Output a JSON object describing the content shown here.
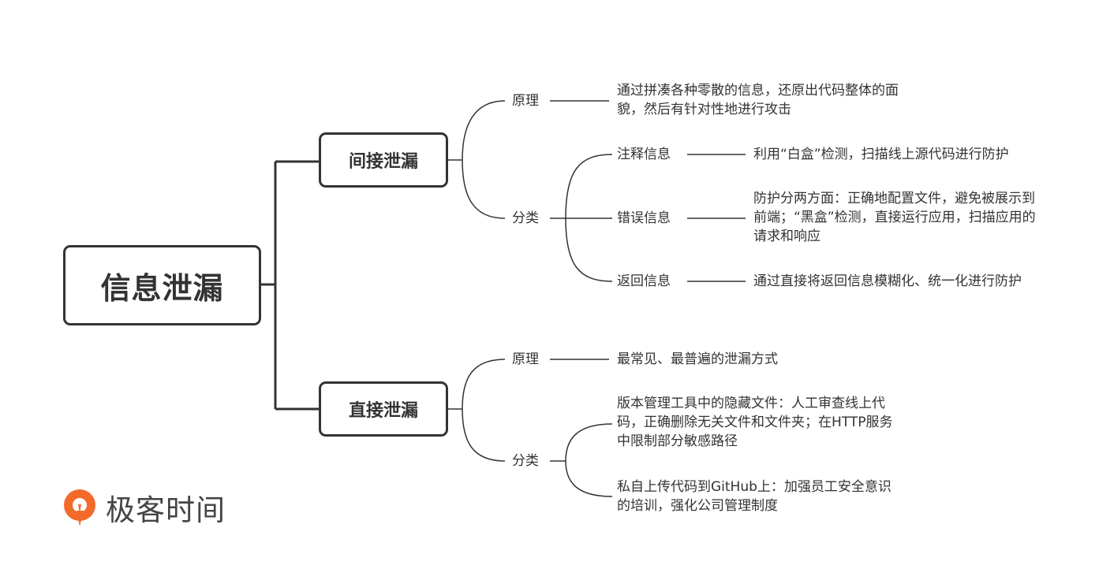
{
  "root": {
    "label": "信息泄漏"
  },
  "branches": [
    {
      "label": "间接泄漏",
      "principle": {
        "label": "原理",
        "text": [
          "通过拼凑各种零散的信息，还原出代码整体的面",
          "貌，然后有针对性地进行攻击"
        ]
      },
      "category": {
        "label": "分类",
        "items": [
          {
            "label": "注释信息",
            "text": [
              "利用“白盒”检测，扫描线上源代码进行防护"
            ]
          },
          {
            "label": "错误信息",
            "text": [
              "防护分两方面：正确地配置文件，避免被展示到",
              "前端；“黑盒”检测，直接运行应用，扫描应用的",
              "请求和响应"
            ]
          },
          {
            "label": "返回信息",
            "text": [
              "通过直接将返回信息模糊化、统一化进行防护"
            ]
          }
        ]
      }
    },
    {
      "label": "直接泄漏",
      "principle": {
        "label": "原理",
        "text": [
          "最常见、最普遍的泄漏方式"
        ]
      },
      "category": {
        "label": "分类",
        "items": [
          {
            "text": [
              "版本管理工具中的隐藏文件：人工审查线上代",
              "码，正确删除无关文件和文件夹；在HTTP服务",
              "中限制部分敏感路径"
            ]
          },
          {
            "text": [
              "私自上传代码到GitHub上：加强员工安全意识",
              "的培训，强化公司管理制度"
            ]
          }
        ]
      }
    }
  ],
  "logo": {
    "text": "极客时间",
    "color": "#f46a2a"
  },
  "colors": {
    "line": "#333333",
    "text": "#333333"
  }
}
